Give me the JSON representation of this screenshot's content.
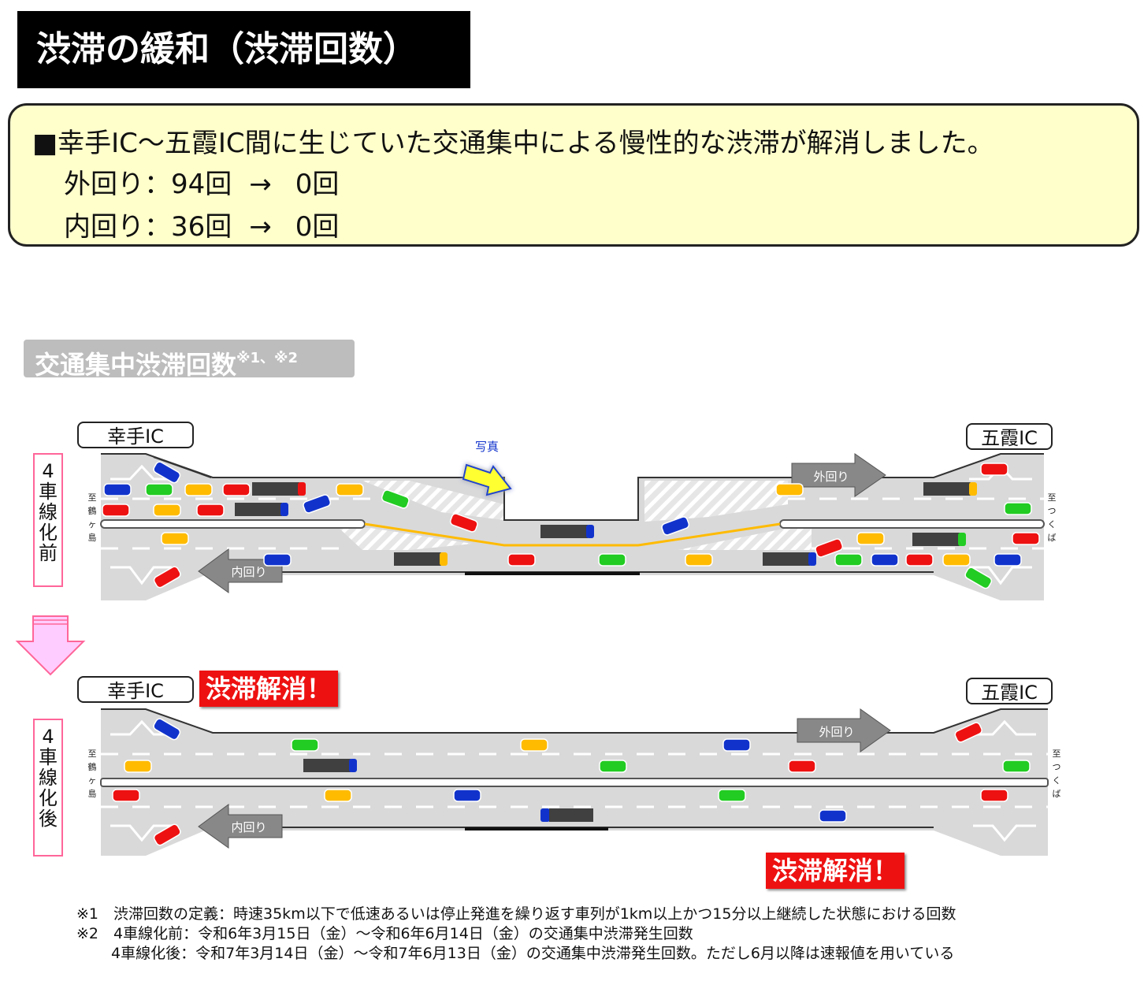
{
  "title": "渋滞の緩和（渋滞回数）",
  "summary": {
    "bullet": "■",
    "line1": "幸手IC～五霞IC間に生じていた交通集中による慢性的な渋滞が解消しました。",
    "outer": {
      "label": "外回り：94回",
      "arrow": "→",
      "after": "0回"
    },
    "inner": {
      "label": "内回り：36回",
      "arrow": "→",
      "after": "0回"
    }
  },
  "section_label": {
    "text": "交通集中渋滞回数",
    "note": "※1、※2"
  },
  "diagram": {
    "ic_left": "幸手IC",
    "ic_right": "五霞IC",
    "before_label": "4車線化前",
    "after_label": "4車線化後",
    "to_left": "至鶴ヶ島",
    "to_right": "至つくば",
    "outer_arrow": "外回り",
    "inner_arrow": "内回り",
    "photo": "写真",
    "cleared": "渋滞解消！"
  },
  "notes": [
    "※1　渋滞回数の定義：時速35km以下で低速あるいは停止発進を繰り返す車列が1km以上かつ15分以上継続した状態における回数",
    "※2　4車線化前：令和6年3月15日（金）～令和6年6月14日（金）の交通集中渋滞発生回数",
    "　　 4車線化後：令和7年3月14日（金）～令和7年6月13日（金）の交通集中渋滞発生回数。ただし6月以降は速報値を用いている"
  ],
  "colors": {
    "red": "#ee1111",
    "blue": "#1133cc",
    "green": "#22cc22",
    "yellow": "#ffbb00",
    "road": "#d9d9d9",
    "truck": "#404040"
  }
}
